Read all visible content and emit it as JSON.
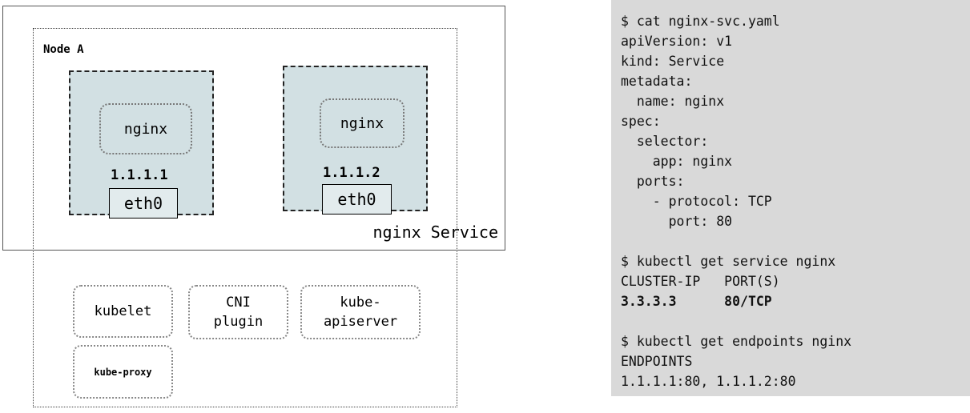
{
  "diagram": {
    "service_box": {
      "label": "nginx Service"
    },
    "node": {
      "label": "Node A",
      "pods": [
        {
          "container_label": "nginx",
          "ip": "1.1.1.1",
          "interface": "eth0"
        },
        {
          "container_label": "nginx",
          "ip": "1.1.1.2",
          "interface": "eth0"
        }
      ],
      "components": [
        {
          "label": "kubelet"
        },
        {
          "label": "CNI\nplugin"
        },
        {
          "label": "kube-\napiserver"
        },
        {
          "label": "kube-proxy"
        }
      ]
    },
    "colors": {
      "pod_fill": "#d2e0e3",
      "terminal_background": "#d9d9d9",
      "border": "#222222",
      "dotted_border": "#888888"
    }
  },
  "terminal": {
    "lines": [
      {
        "text": "$ cat nginx-svc.yaml",
        "bold": false
      },
      {
        "text": "apiVersion: v1",
        "bold": false
      },
      {
        "text": "kind: Service",
        "bold": false
      },
      {
        "text": "metadata:",
        "bold": false
      },
      {
        "text": "  name: nginx",
        "bold": false
      },
      {
        "text": "spec:",
        "bold": false
      },
      {
        "text": "  selector:",
        "bold": false
      },
      {
        "text": "    app: nginx",
        "bold": false
      },
      {
        "text": "  ports:",
        "bold": false
      },
      {
        "text": "    - protocol: TCP",
        "bold": false
      },
      {
        "text": "      port: 80",
        "bold": false
      },
      {
        "text": "",
        "bold": false
      },
      {
        "text": "$ kubectl get service nginx",
        "bold": false
      },
      {
        "text": "CLUSTER-IP   PORT(S)",
        "bold": false
      },
      {
        "text": "3.3.3.3      80/TCP",
        "bold": true
      },
      {
        "text": "",
        "bold": false
      },
      {
        "text": "$ kubectl get endpoints nginx",
        "bold": false
      },
      {
        "text": "ENDPOINTS",
        "bold": false
      },
      {
        "text": "1.1.1.1:80, 1.1.1.2:80",
        "bold": false
      }
    ]
  }
}
